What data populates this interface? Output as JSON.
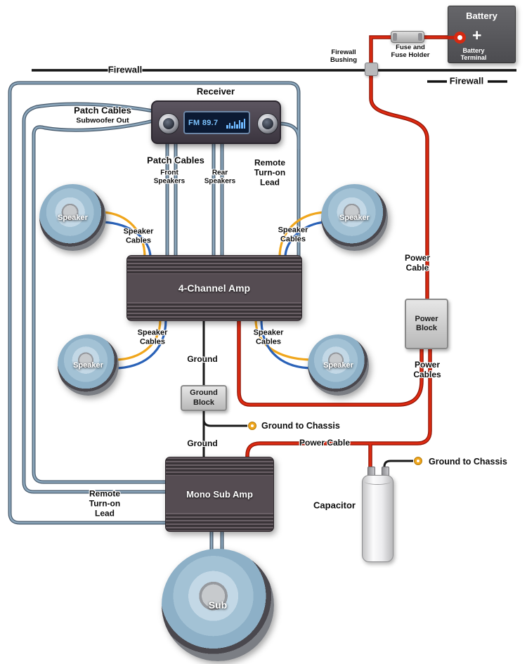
{
  "colors": {
    "power": "#dd2b12",
    "power_casing": "#8f1507",
    "patch": "#8ba6bb",
    "patch_casing": "#46586a",
    "ground": "#1a1a1a",
    "speaker_pos": "#f0a61c",
    "speaker_neg": "#2a62b8",
    "display_text": "#7cc4ff"
  },
  "firewall": {
    "left": "Firewall",
    "right": "Firewall"
  },
  "battery": {
    "title": "Battery",
    "plus": "+",
    "terminal": [
      "Battery",
      "Terminal"
    ]
  },
  "fuse": {
    "label": [
      "Fuse and",
      "Fuse Holder"
    ]
  },
  "bushing": {
    "label": [
      "Firewall",
      "Bushing"
    ]
  },
  "receiver": {
    "title": "Receiver",
    "display": "FM 89.7"
  },
  "patch_left": {
    "title": "Patch Cables",
    "subtitle": "Subwoofer Out"
  },
  "patch_mid": {
    "title": "Patch Cables",
    "front": [
      "Front",
      "Speakers"
    ],
    "rear": [
      "Rear",
      "Speakers"
    ]
  },
  "remote_top": [
    "Remote",
    "Turn-on",
    "Lead"
  ],
  "remote_bottom": [
    "Remote",
    "Turn-on",
    "Lead"
  ],
  "speakers": {
    "front_left": "Speaker",
    "front_right": "Speaker",
    "rear_left": "Speaker",
    "rear_right": "Speaker",
    "sub": "Sub"
  },
  "speaker_cables": {
    "front_left": [
      "Speaker",
      "Cables"
    ],
    "front_right": [
      "Speaker",
      "Cables"
    ],
    "rear_left": [
      "Speaker",
      "Cables"
    ],
    "rear_right": [
      "Speaker",
      "Cables"
    ]
  },
  "amp4": "4-Channel Amp",
  "mono_amp": "Mono Sub Amp",
  "power": {
    "cable_right": [
      "Power",
      "Cable"
    ],
    "block": [
      "Power",
      "Block"
    ],
    "cables": [
      "Power",
      "Cables"
    ],
    "cable_mid": "Power Cable"
  },
  "ground": {
    "label_top": "Ground",
    "block": [
      "Ground",
      "Block"
    ],
    "to_chassis_1": "Ground to Chassis",
    "label_bottom": "Ground",
    "to_chassis_2": "Ground to Chassis"
  },
  "capacitor": "Capacitor"
}
